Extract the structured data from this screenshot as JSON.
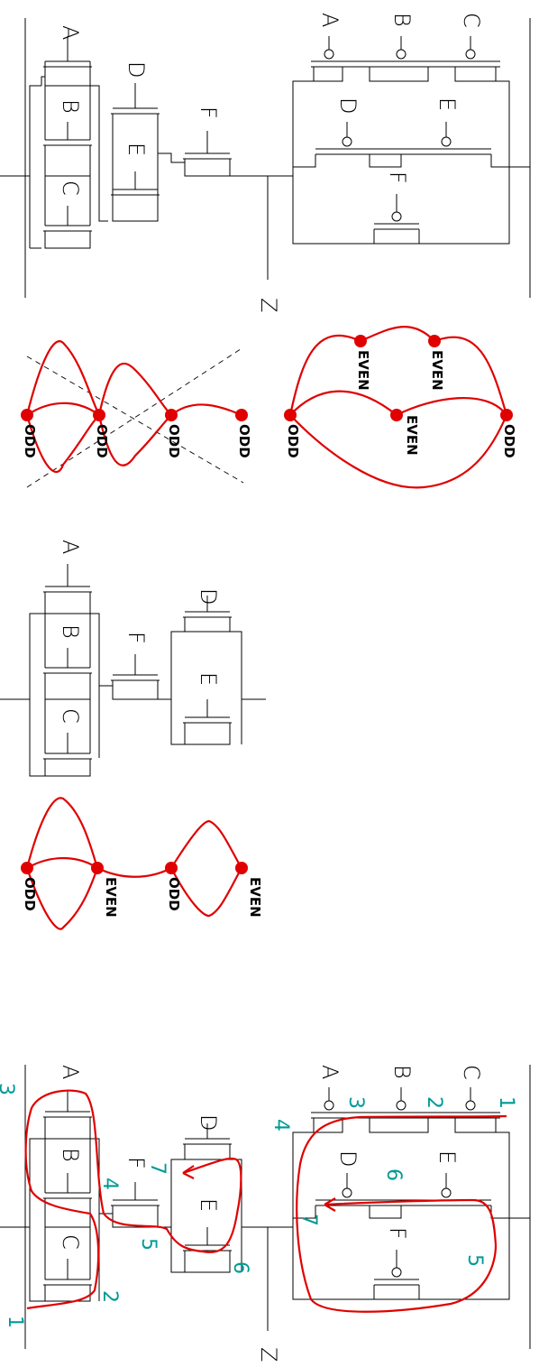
{
  "colors": {
    "wire": "#000000",
    "path": "#e00000",
    "dot": "#e00000",
    "order_number": "#009a96"
  },
  "top_circuit": {
    "nmos_gates": [
      "A",
      "B",
      "C",
      "D",
      "E",
      "F"
    ],
    "pmos_gates": [
      "A",
      "B",
      "C",
      "D",
      "E",
      "F"
    ],
    "output": "Z"
  },
  "graph1": {
    "nodes": [
      "ODD",
      "ODD",
      "ODD",
      "ODD"
    ],
    "style": "crossed-out"
  },
  "graph2": {
    "nodes": [
      "ODD",
      "EVEN",
      "EVEN",
      "EVEN",
      "ODD"
    ]
  },
  "middle_circuit": {
    "gates": [
      "A",
      "B",
      "C",
      "F",
      "D",
      "E"
    ]
  },
  "graph3": {
    "nodes": [
      "ODD",
      "EVEN",
      "ODD",
      "EVEN"
    ]
  },
  "bottom_circuit": {
    "nmos_gates": [
      "A",
      "B",
      "C",
      "F",
      "D",
      "E"
    ],
    "pmos_gates": [
      "A",
      "B",
      "C",
      "D",
      "E",
      "F"
    ],
    "output": "Z",
    "nmos_order": [
      "1",
      "2",
      "3",
      "4",
      "5",
      "6",
      "7"
    ],
    "pmos_order": [
      "1",
      "2",
      "3",
      "4",
      "5",
      "6",
      "7"
    ]
  }
}
